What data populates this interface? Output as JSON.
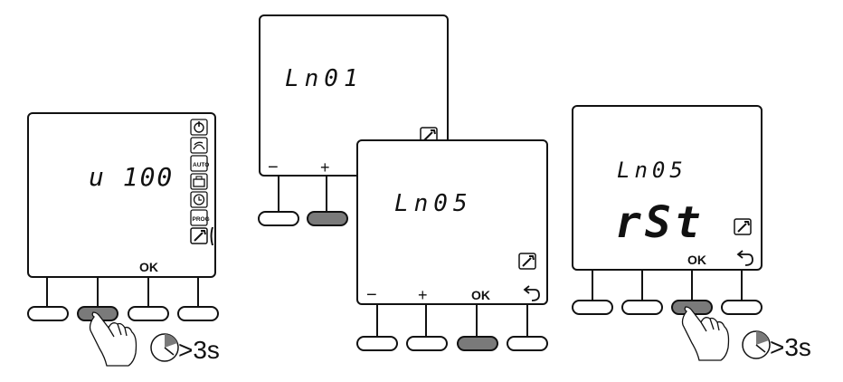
{
  "colors": {
    "screen_fill": "#ffffff",
    "outline": "#111111",
    "button_off": "#ffffff",
    "button_pressed": "#7a7a7a"
  },
  "panel1": {
    "display": "u 100",
    "mode_icons": [
      "power-icon",
      "heat-icon",
      "AUTO",
      "briefcase-icon",
      "clock-icon",
      "PROG",
      "wrench-icon"
    ],
    "icon_auto_text": "AUTO",
    "icon_prog_text": "PROG",
    "ok_label": "OK",
    "pressed_button": 2,
    "hold_label": ">3s"
  },
  "panel2": {
    "display": "Ln01",
    "minus_label": "−",
    "plus_label": "+",
    "pressed_button": 2
  },
  "panel3": {
    "display": "Ln05",
    "minus_label": "−",
    "plus_label": "+",
    "ok_label": "OK",
    "back_icon": "back-arrow-icon",
    "pressed_button": 3
  },
  "panel4": {
    "display_line1": "Ln05",
    "display_line2": "rSt",
    "ok_label": "OK",
    "back_icon": "back-arrow-icon",
    "pressed_button": 3,
    "hold_label": ">3s"
  }
}
